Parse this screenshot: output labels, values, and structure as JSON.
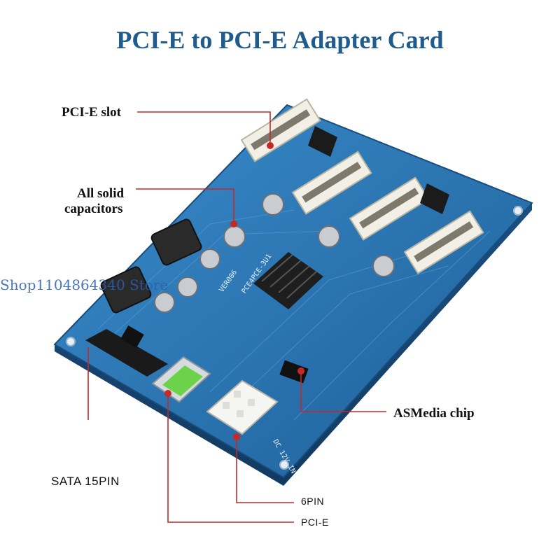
{
  "title": "PCI-E to PCI-E Adapter Card",
  "watermark": "Shop1104864340 Store",
  "labels": {
    "pcie_slot": "PCI-E slot",
    "capacitors_line1": "All solid",
    "capacitors_line2": "capacitors",
    "asmedia": "ASMedia chip",
    "sata": "SATA 15PIN",
    "sixpin": "6PIN",
    "pcie": "PCI-E"
  },
  "board_prints": {
    "model": "PCE4PCE-3U1",
    "ver": "VER006",
    "dc": "DC 12V IN"
  },
  "colors": {
    "title": "#1f5b8c",
    "board": "#2b79b8",
    "leader": "#c62828",
    "slot": "#f2f0e6"
  }
}
